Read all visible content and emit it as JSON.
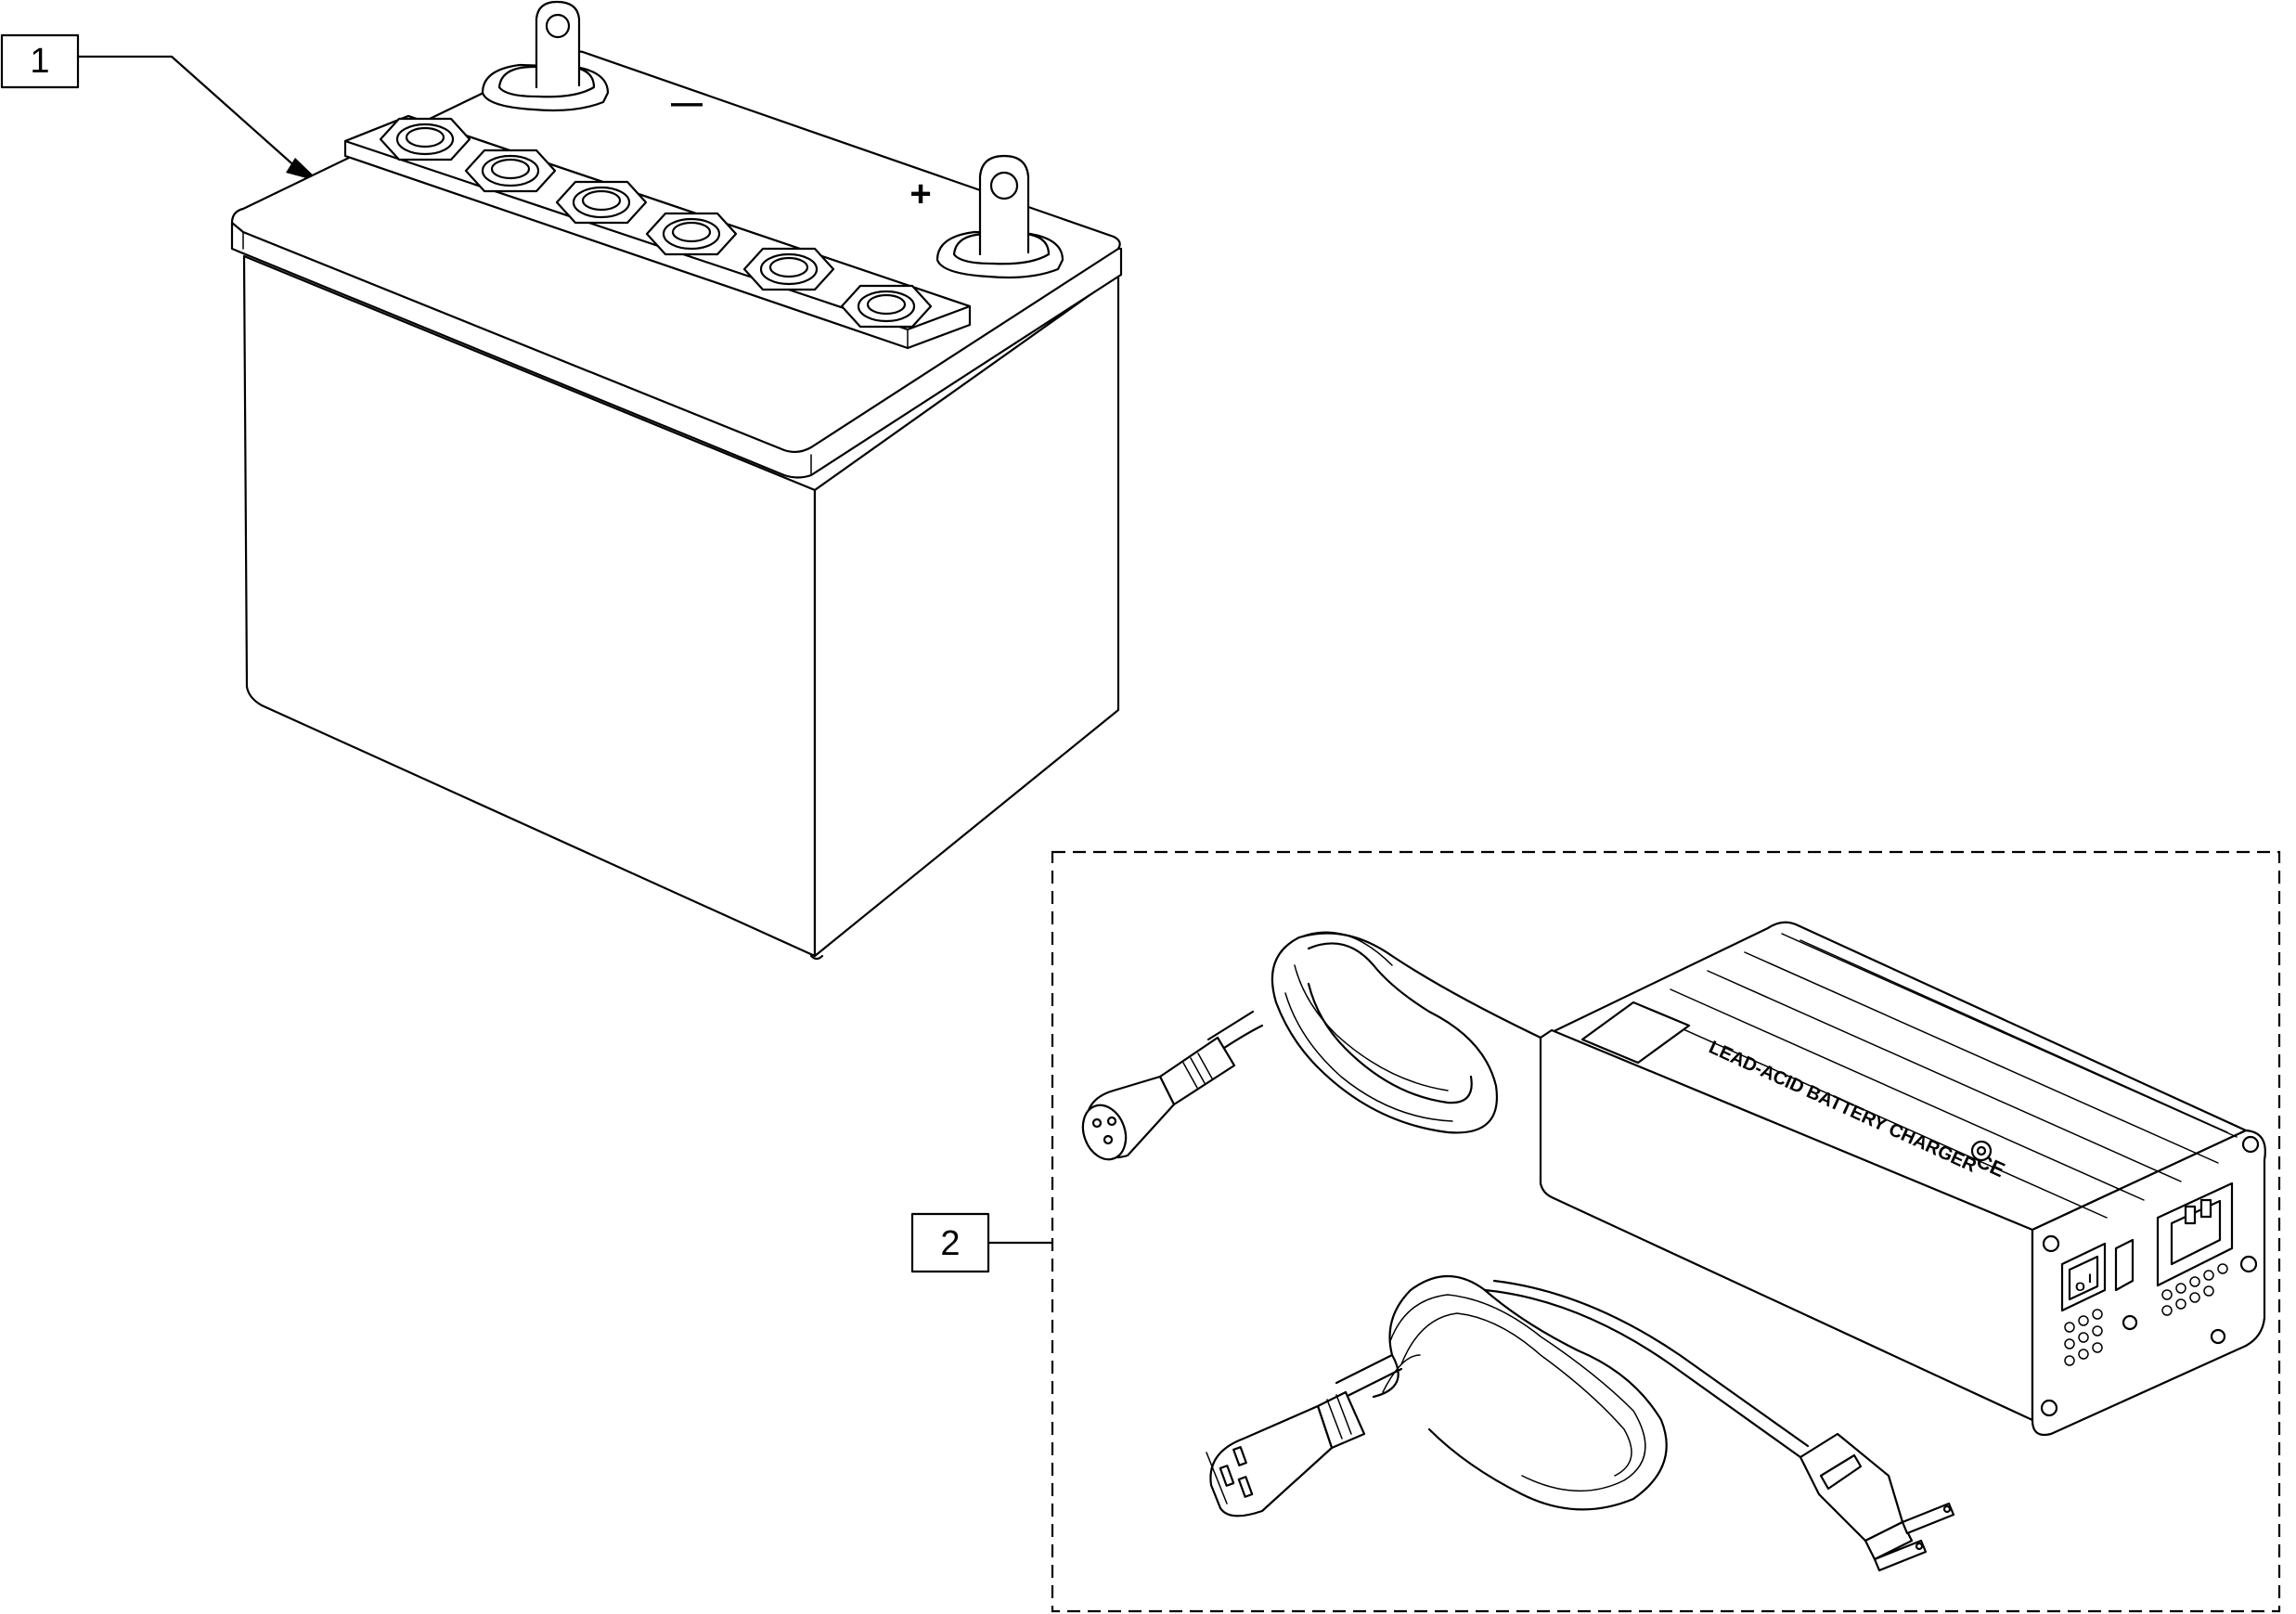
{
  "callouts": [
    {
      "number": "1"
    },
    {
      "number": "2"
    }
  ],
  "battery": {
    "negative_symbol": "—",
    "positive_symbol": "+"
  },
  "charger": {
    "label": "LEAD-ACID BATTERY CHARGER",
    "mark": "CE",
    "switch_on_symbol": "I",
    "switch_off_symbol": "O"
  },
  "colors": {
    "line": "#000000",
    "background": "#ffffff"
  }
}
